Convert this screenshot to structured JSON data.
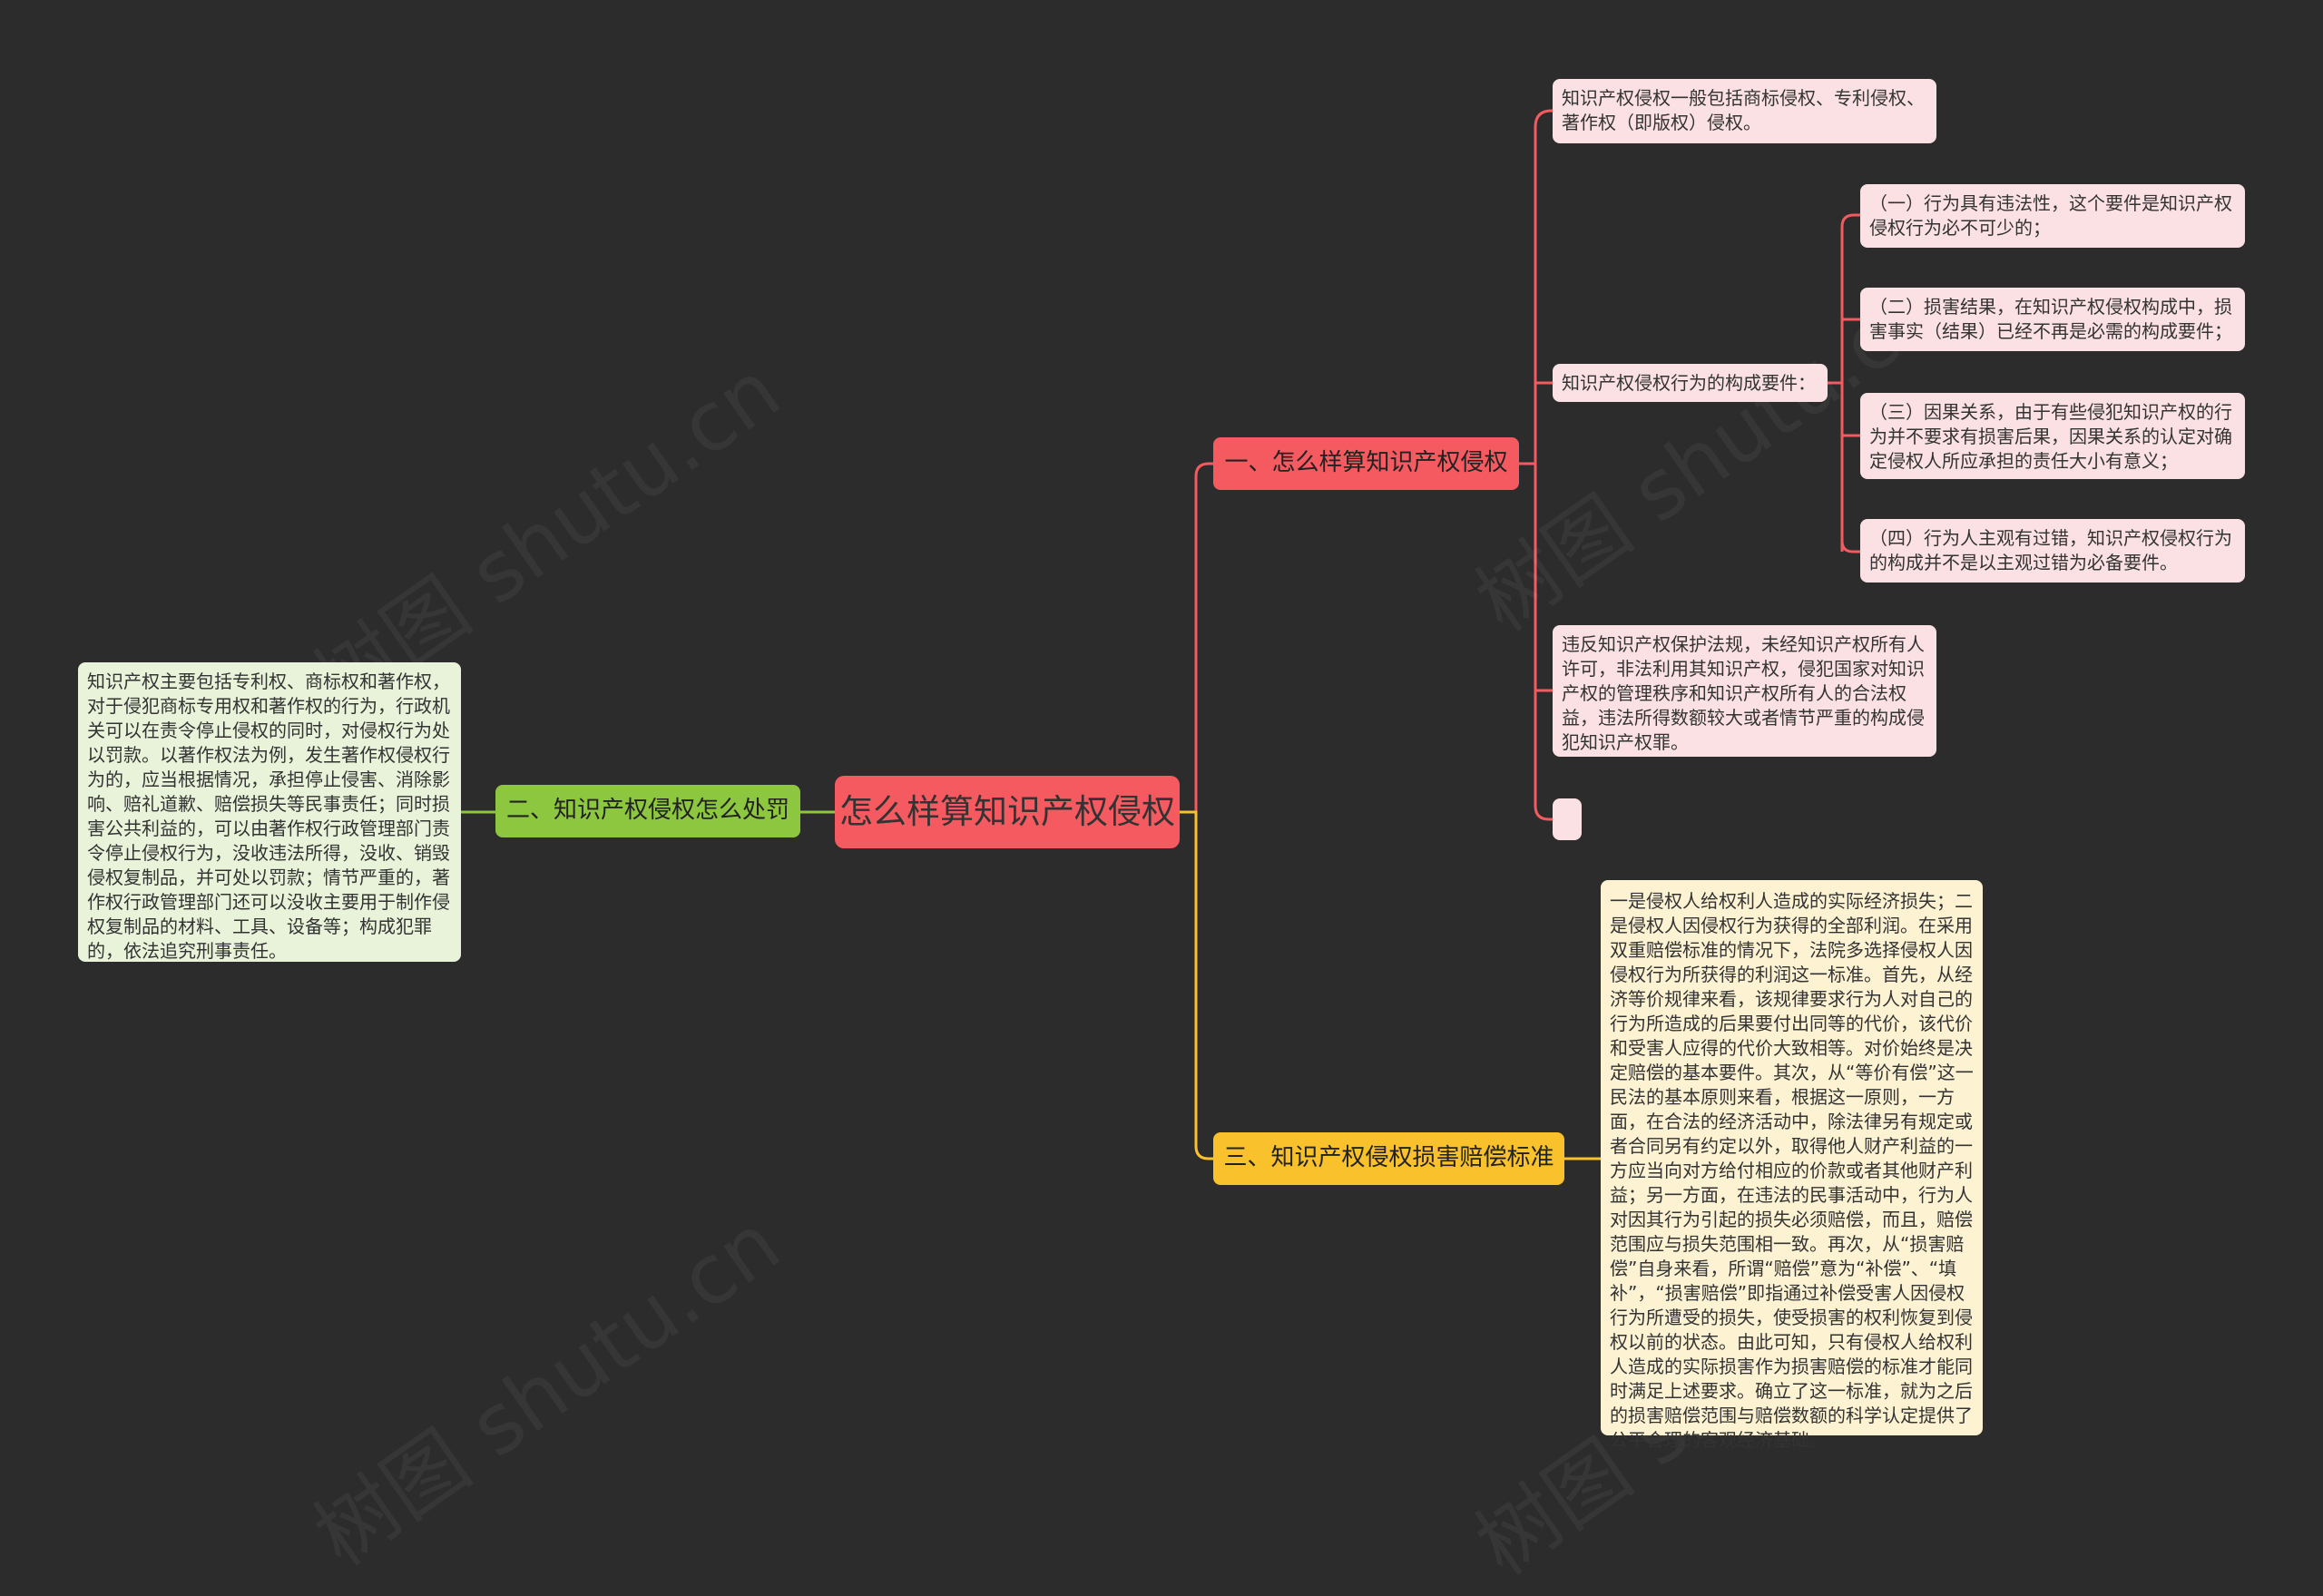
{
  "root": {
    "label": "怎么样算知识产权侵权"
  },
  "branches": {
    "b1": {
      "label": "一、怎么样算知识产权侵权",
      "color": "#f45a5f",
      "children": {
        "c1": "知识产权侵权一般包括商标侵权、专利侵权、著作权（即版权）侵权。",
        "c2": "知识产权侵权行为的构成要件：",
        "c2_items": [
          "（一）行为具有违法性，这个要件是知识产权侵权行为必不可少的；",
          "（二）损害结果，在知识产权侵权构成中，损害事实（结果）已经不再是必需的构成要件；",
          "（三）因果关系，由于有些侵犯知识产权的行为并不要求有损害后果，因果关系的认定对确定侵权人所应承担的责任大小有意义；",
          "（四）行为人主观有过错，知识产权侵权行为的构成并不是以主观过错为必备要件。"
        ],
        "c3": "违反知识产权保护法规，未经知识产权所有人许可，非法利用其知识产权，侵犯国家对知识产权的管理秩序和知识产权所有人的合法权益，违法所得数额较大或者情节严重的构成侵犯知识产权罪。",
        "c4": ""
      }
    },
    "b2": {
      "label": "二、知识产权侵权怎么处罚",
      "color": "#8dc63f",
      "detail": "知识产权主要包括专利权、商标权和著作权，对于侵犯商标专用权和著作权的行为，行政机关可以在责令停止侵权的同时，对侵权行为处以罚款。以著作权法为例，发生著作权侵权行为的，应当根据情况，承担停止侵害、消除影响、赔礼道歉、赔偿损失等民事责任；同时损害公共利益的，可以由著作权行政管理部门责令停止侵权行为，没收违法所得，没收、销毁侵权复制品，并可处以罚款；情节严重的，著作权行政管理部门还可以没收主要用于制作侵权复制品的材料、工具、设备等；构成犯罪的，依法追究刑事责任。"
    },
    "b3": {
      "label": "三、知识产权侵权损害赔偿标准",
      "color": "#f9c12b",
      "detail": "一是侵权人给权利人造成的实际经济损失；二是侵权人因侵权行为获得的全部利润。在采用双重赔偿标准的情况下，法院多选择侵权人因侵权行为所获得的利润这一标准。首先，从经济等价规律来看，该规律要求行为人对自己的行为所造成的后果要付出同等的代价，该代价和受害人应得的代价大致相等。对价始终是决定赔偿的基本要件。其次，从“等价有偿”这一民法的基本原则来看，根据这一原则，一方面，在合法的经济活动中，除法律另有规定或者合同另有约定以外，取得他人财产利益的一方应当向对方给付相应的价款或者其他财产利益；另一方面，在违法的民事活动中，行为人对因其行为引起的损失必须赔偿，而且，赔偿范围应与损失范围相一致。再次，从“损害赔偿”自身来看，所谓“赔偿”意为“补偿”、“填补”，“损害赔偿”即指通过补偿受害人因侵权行为所遭受的损失，使受损害的权利恢复到侵权以前的状态。由此可知，只有侵权人给权利人造成的实际损害作为损害赔偿的标准才能同时满足上述要求。确立了这一标准，就为之后的损害赔偿范围与赔偿数额的科学认定提供了公平合理的客观经济基础。"
    }
  },
  "watermark": "树图 shutu.cn"
}
